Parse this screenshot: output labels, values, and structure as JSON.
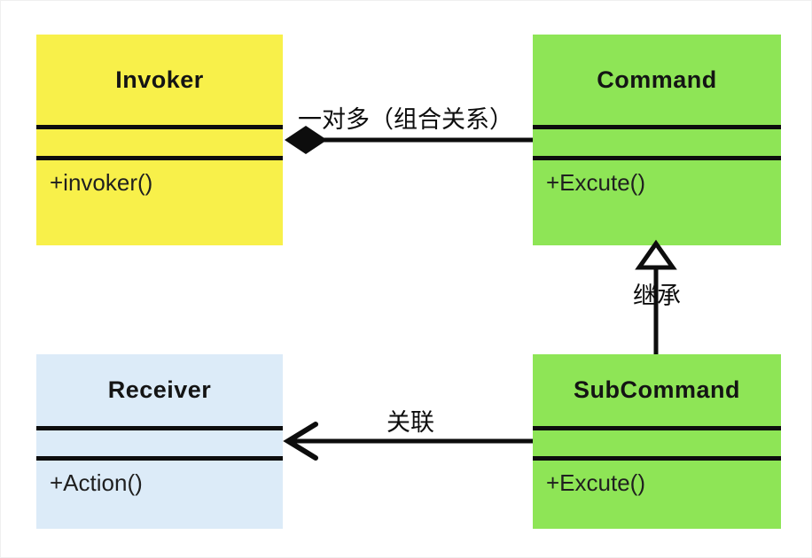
{
  "diagram": {
    "title": "Command pattern UML class diagram",
    "classes": [
      {
        "id": "invoker",
        "name": "Invoker",
        "method": "+invoker()",
        "fill": "#f8f04a"
      },
      {
        "id": "command",
        "name": "Command",
        "method": "+Excute()",
        "fill": "#8ee556"
      },
      {
        "id": "receiver",
        "name": "Receiver",
        "method": "+Action()",
        "fill": "#dcebf8"
      },
      {
        "id": "subcommand",
        "name": "SubCommand",
        "method": "+Excute()",
        "fill": "#8ee556"
      }
    ],
    "relations": [
      {
        "type": "composition",
        "from": "invoker",
        "to": "command",
        "label": "一对多（组合关系）",
        "marker": "filled-diamond"
      },
      {
        "type": "inheritance",
        "from": "subcommand",
        "to": "command",
        "label": "继承",
        "marker": "hollow-triangle"
      },
      {
        "type": "association",
        "from": "subcommand",
        "to": "receiver",
        "label": "关联",
        "marker": "open-arrow"
      }
    ],
    "line_color": "#0d0d0d",
    "background": "#ffffff"
  }
}
